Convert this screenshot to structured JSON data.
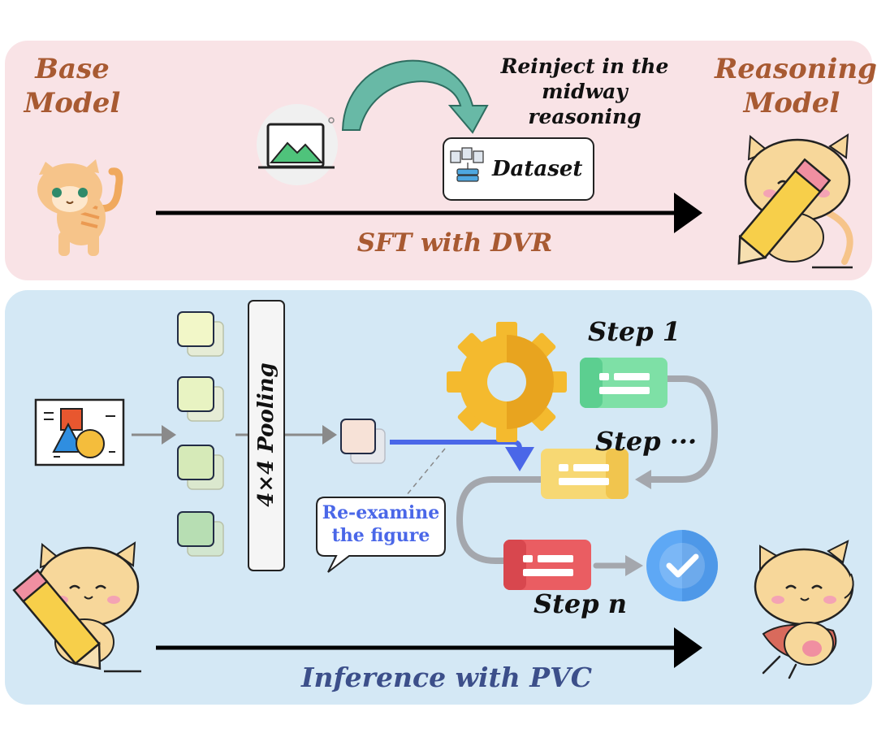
{
  "top": {
    "base_model": "Base\nModel",
    "reasoning_model": "Reasoning\nModel",
    "reinject_note": "Reinject in the\nmidway reasoning",
    "dataset": "Dataset",
    "arrow_caption": "SFT with DVR"
  },
  "bottom": {
    "pooling": "4×4 Pooling",
    "speech": "Re-examine\nthe figure",
    "steps": [
      "Step 1",
      "Step ···",
      "Step n"
    ],
    "arrow_caption": "Inference with PVC"
  },
  "colors": {
    "top_bg": "#f9e3e6",
    "bottom_bg": "#d4e8f5",
    "caption_top": "#a85a32",
    "caption_bottom": "#3c4f8a",
    "highlight_arrow": "#4a67e8",
    "step1": "#7ee0a6",
    "step_mid": "#f7d873",
    "step_n": "#ea5d62",
    "check": "#5ea8f5"
  },
  "icons": [
    "image-icon",
    "dataset-icon",
    "figure-icon",
    "gear-icon",
    "check-icon",
    "cat-base-icon",
    "cat-pencil-icon",
    "cat-hero-icon",
    "curved-arrow-icon"
  ]
}
